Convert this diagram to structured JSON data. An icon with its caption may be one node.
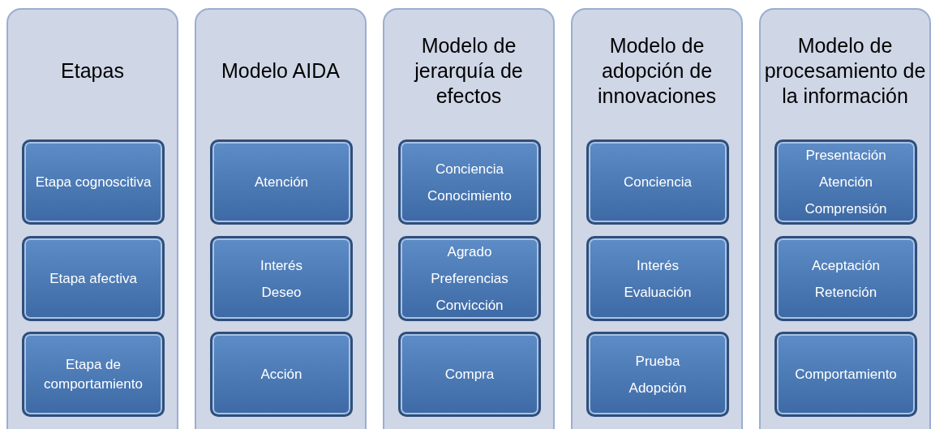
{
  "diagram": {
    "nodes": [
      {
        "text": [
          "Etapas"
        ]
      },
      {
        "text": [
          "Etapa cognoscitiva"
        ],
        "in": 0
      },
      {
        "text": [
          "Etapa afectiva"
        ],
        "in": 0
      },
      {
        "text": [
          "Etapa de comportamiento"
        ],
        "in": 0
      },
      {
        "text": [
          "Modelo AIDA"
        ]
      },
      {
        "text": [
          "Atención"
        ],
        "in": 4
      },
      {
        "text": [
          "Interés",
          "Deseo"
        ],
        "in": 4
      },
      {
        "text": [
          "Acción"
        ],
        "in": 4
      },
      {
        "text": [
          "Modelo de jerarquía de efectos"
        ]
      },
      {
        "text": [
          "Conciencia",
          "Conocimiento"
        ],
        "in": 8
      },
      {
        "text": [
          "Agrado",
          "Preferencias",
          "Convicción"
        ],
        "in": 8
      },
      {
        "text": [
          "Compra"
        ],
        "in": 8
      },
      {
        "text": [
          "Modelo de adopción de innovaciones"
        ]
      },
      {
        "text": [
          "Conciencia"
        ],
        "in": 12
      },
      {
        "text": [
          "Interés",
          "Evaluación"
        ],
        "in": 12
      },
      {
        "text": [
          "Prueba",
          "Adopción"
        ],
        "in": 12
      },
      {
        "text": [
          "Modelo de procesamiento de la información"
        ]
      },
      {
        "text": [
          "Presentación",
          "Atención",
          "Comprensión"
        ],
        "in": 16
      },
      {
        "text": [
          "Aceptación",
          "Retención"
        ],
        "in": 16
      },
      {
        "text": [
          "Comportamiento"
        ],
        "in": 16
      }
    ]
  }
}
